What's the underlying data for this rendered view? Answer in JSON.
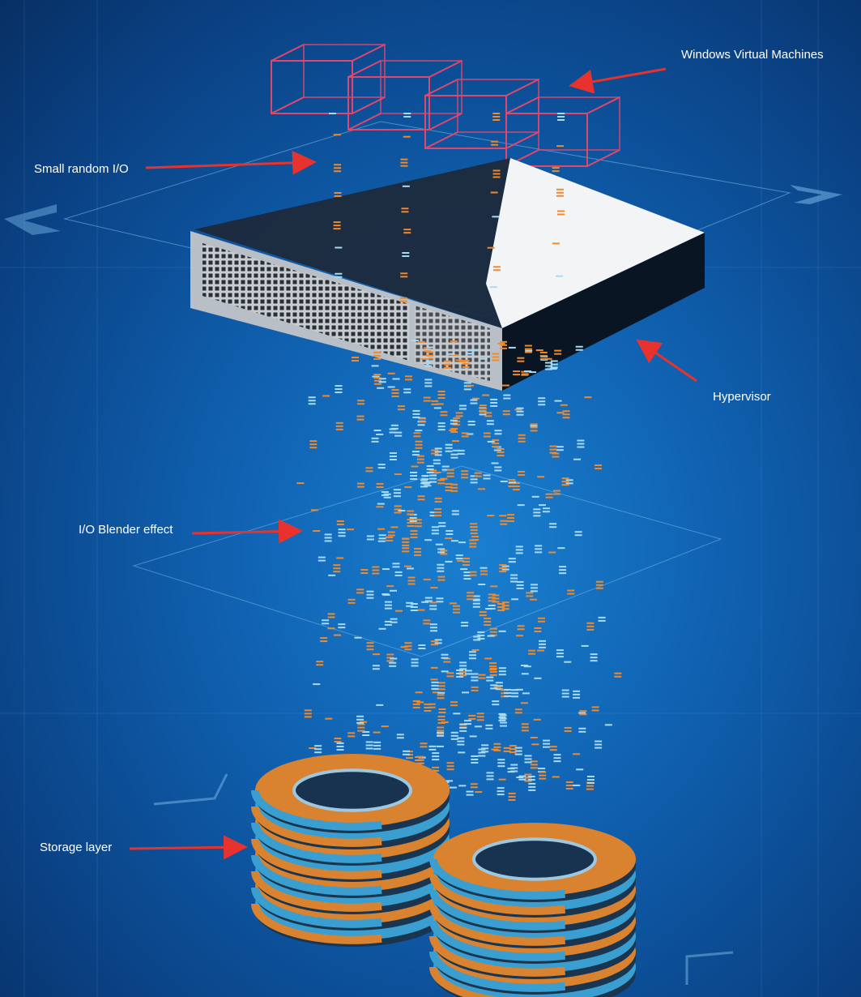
{
  "labels": {
    "vms": "Windows Virtual Machines",
    "small_io": "Small random I/O",
    "hypervisor": "Hypervisor",
    "blender": "I/O Blender effect",
    "storage": "Storage layer"
  },
  "colors": {
    "arrow": "#e8322e",
    "vm_wire": "#e0476e",
    "io_orange": "#f08a2c",
    "io_blue": "#a8dcf5",
    "ring_orange": "#d9822f",
    "ring_blue": "#3a9fd0"
  }
}
